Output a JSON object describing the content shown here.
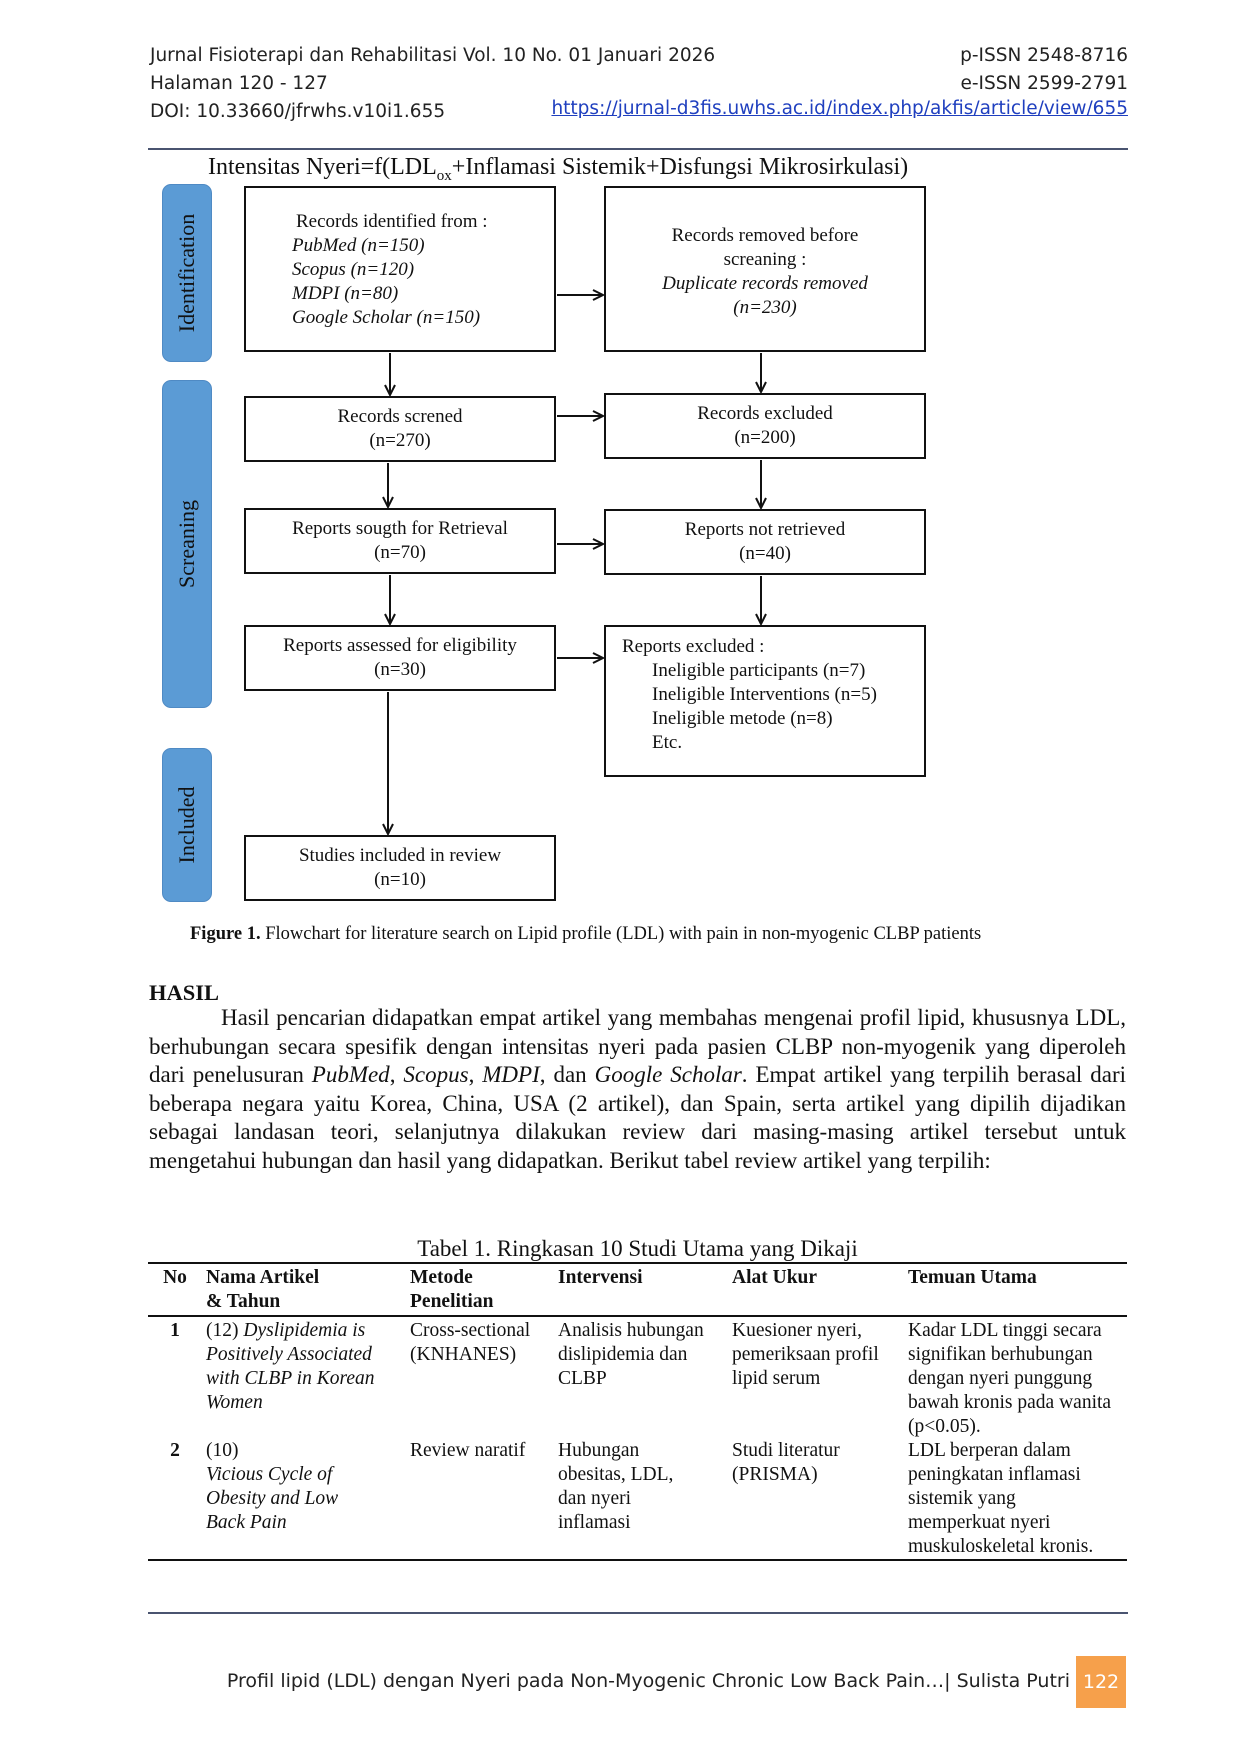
{
  "header": {
    "journal": "Jurnal Fisioterapi dan Rehabilitasi  Vol. 10 No. 01 Januari 2026",
    "pages": "Halaman 120 - 127",
    "doi": "DOI: 10.33660/jfrwhs.v10i1.655",
    "p_issn": "p-ISSN 2548-8716",
    "e_issn": "e-ISSN 2599-2791",
    "url": "https://jurnal-d3fis.uwhs.ac.id/index.php/akfis/article/view/655"
  },
  "formula": {
    "prefix": "Intensitas Nyeri=f(LDL",
    "sub": "ox",
    "suffix": "+Inflamasi Sistemik+Disfungsi Mikrosirkulasi)"
  },
  "flowchart": {
    "stages": [
      "Identification",
      "Screaning",
      "Included"
    ],
    "identified": {
      "title": "Records identified from :",
      "sources": [
        "PubMed (n=150)",
        "Scopus (n=120)",
        "MDPI (n=80)",
        "Google Scholar (n=150)"
      ]
    },
    "removed": {
      "line1": "Records removed  before",
      "line2": "screaning :",
      "line3": "Duplicate records removed",
      "line4": "(n=230)"
    },
    "screened": {
      "label": "Records screned",
      "n": "(n=270)"
    },
    "excluded": {
      "label": "Records excluded",
      "n": "(n=200)"
    },
    "sought": {
      "label": "Reports sougth for Retrieval",
      "n": "(n=70)"
    },
    "not_retrieved": {
      "label": "Reports not retrieved",
      "n": "(n=40)"
    },
    "assessed": {
      "label": "Reports assessed for eligibility",
      "n": "(n=30)"
    },
    "reports_excluded": {
      "title": "Reports excluded :",
      "items": [
        "Ineligible participants (n=7)",
        "Ineligible Interventions  (n=5)",
        "Ineligible metode (n=8)",
        "Etc."
      ]
    },
    "included": {
      "label": "Studies included in review",
      "n": "(n=10)"
    }
  },
  "caption": {
    "label": "Figure 1.",
    "text": " Flowchart for literature search on Lipid profile (LDL) with pain in non-myogenic CLBP patients"
  },
  "section": {
    "heading": "HASIL",
    "p1": "Hasil pencarian didapatkan empat artikel yang membahas mengenai profil lipid, khususnya LDL, berhubungan secara spesifik dengan intensitas nyeri pada pasien CLBP non-myogenik yang diperoleh dari penelusuran ",
    "db1": "PubMed",
    "db2": "Scopus",
    "db3": "MDPI",
    "sep": ", ",
    "and": ", dan ",
    "db4": "Google Scholar",
    "p2": ". Empat artikel yang terpilih berasal dari beberapa negara yaitu Korea, China, USA (2 artikel), dan Spain, serta artikel yang dipilih dijadikan sebagai landasan teori, selanjutnya dilakukan review dari masing-masing artikel tersebut untuk mengetahui hubungan dan hasil yang didapatkan. Berikut tabel review artikel yang terpilih:"
  },
  "table": {
    "caption": "Tabel 1. Ringkasan 10 Studi Utama yang Dikaji",
    "headers": {
      "no": "No",
      "article_1": "Nama Artikel",
      "article_2": "& Tahun",
      "method_1": "Metode",
      "method_2": "Penelitian",
      "intervention": "Intervensi",
      "tool": "Alat Ukur",
      "finding": "Temuan Utama"
    },
    "rows": [
      {
        "no": "1",
        "ref": "(12) ",
        "title": "Dyslipidemia is Positively Associated with CLBP in Korean Women",
        "method": "Cross-sectional (KNHANES)",
        "intervention": "Analisis hubungan dislipidemia dan CLBP",
        "tool": "Kuesioner nyeri, pemeriksaan profil lipid serum",
        "finding": "Kadar LDL tinggi secara signifikan berhubungan dengan nyeri punggung bawah kronis pada wanita (p<0.05)."
      },
      {
        "no": "2",
        "ref": "(10)",
        "title": "Vicious Cycle of Obesity and Low Back Pain",
        "method": "Review naratif",
        "intervention": "Hubungan obesitas, LDL, dan nyeri inflamasi",
        "tool": "Studi literatur (PRISMA)",
        "finding": "LDL berperan dalam peningkatan inflamasi sistemik yang memperkuat nyeri muskuloskeletal kronis."
      }
    ]
  },
  "footer": {
    "text": "Profil lipid (LDL) dengan Nyeri pada Non-Myogenic Chronic Low Back Pain…| Sulista Putri",
    "page": "122"
  }
}
